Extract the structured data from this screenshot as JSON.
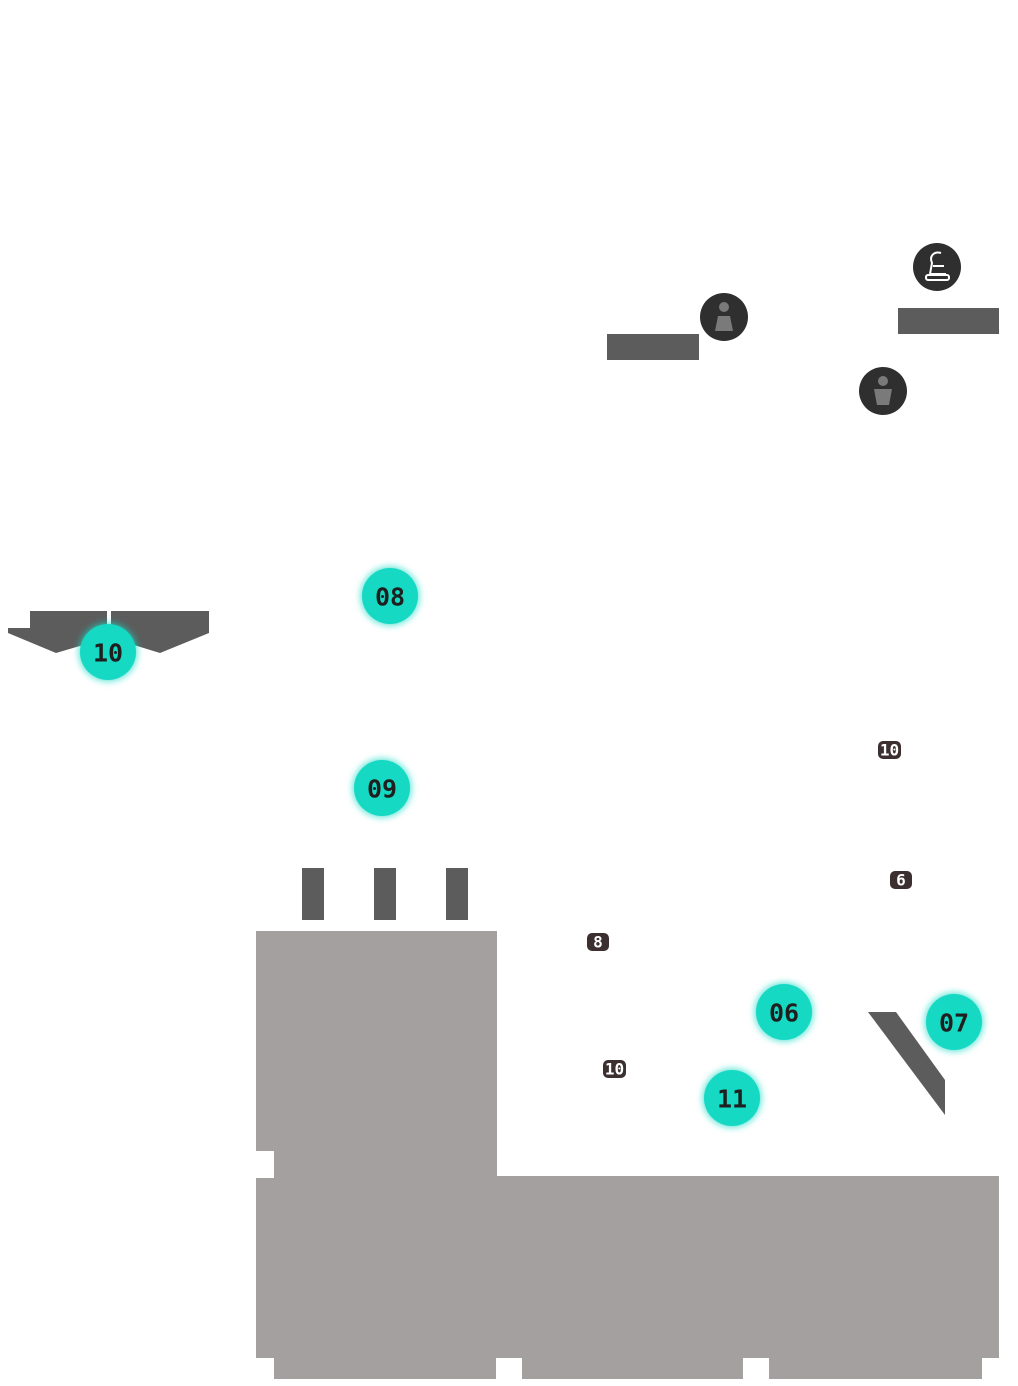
{
  "colors": {
    "background": "#ffffff",
    "building": "#a3a09f",
    "feature": "#5c5c5c",
    "marker": "#16d9c4",
    "marker_glow": "#16d9c4",
    "marker_text": "#1f1f1f",
    "badge": "#3b2f2f",
    "badge_text": "#ffffff",
    "poi_icon_bg": "#2f2f2f"
  },
  "map": {
    "markers": [
      {
        "id": "marker-08",
        "label": "08"
      },
      {
        "id": "marker-10",
        "label": "10"
      },
      {
        "id": "marker-09",
        "label": "09"
      },
      {
        "id": "marker-06",
        "label": "06"
      },
      {
        "id": "marker-07",
        "label": "07"
      },
      {
        "id": "marker-11",
        "label": "11"
      }
    ],
    "badges": [
      {
        "id": "badge-10-right",
        "label": "10"
      },
      {
        "id": "badge-6",
        "label": "6"
      },
      {
        "id": "badge-8",
        "label": "8"
      },
      {
        "id": "badge-10-center",
        "label": "10"
      }
    ],
    "poi_icons": [
      {
        "id": "person-icon-top",
        "icon": "person-icon"
      },
      {
        "id": "person-icon-right",
        "icon": "person-icon"
      },
      {
        "id": "seat-icon",
        "icon": "seat-icon"
      }
    ]
  }
}
